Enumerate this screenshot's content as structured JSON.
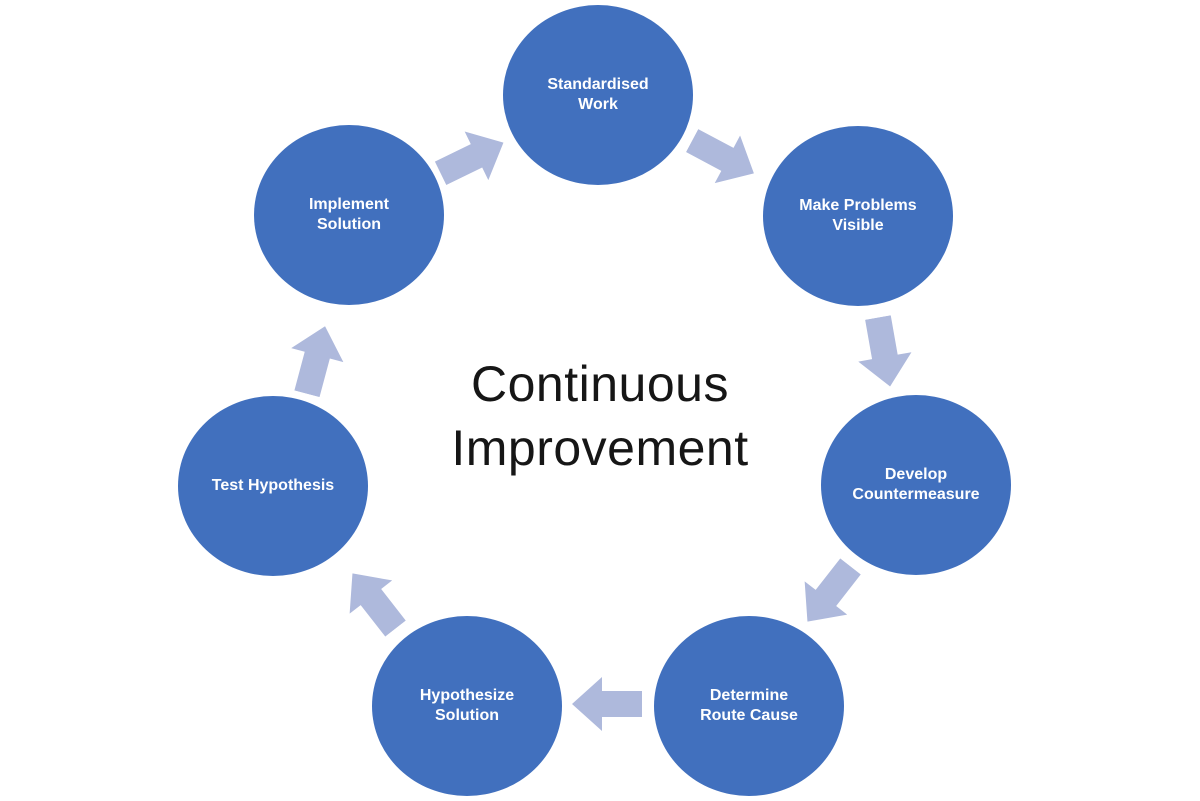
{
  "diagram": {
    "title": {
      "text": "Continuous Improvement",
      "line1": "Continuous",
      "line2": "Improvement"
    },
    "steps": [
      {
        "name": "standardised-work",
        "label": "Standardised Work",
        "line1": "Standardised",
        "line2": "Work"
      },
      {
        "name": "make-problems-visible",
        "label": "Make Problems Visible",
        "line1": "Make Problems",
        "line2": "Visible"
      },
      {
        "name": "develop-countermeasure",
        "label": "Develop Countermeasure",
        "line1": "Develop",
        "line2": "Countermeasure"
      },
      {
        "name": "determine-route-cause",
        "label": "Determine Route Cause",
        "line1": "Determine",
        "line2": "Route Cause"
      },
      {
        "name": "hypothesize-solution",
        "label": "Hypothesize Solution",
        "line1": "Hypothesize",
        "line2": "Solution"
      },
      {
        "name": "test-hypothesis",
        "label": "Test Hypothesis",
        "line1": "Test Hypothesis",
        "line2": ""
      },
      {
        "name": "implement-solution",
        "label": "Implement Solution",
        "line1": "Implement",
        "line2": "Solution"
      }
    ],
    "flow_order": [
      "Standardised Work",
      "Make Problems Visible",
      "Develop Countermeasure",
      "Determine Route Cause",
      "Hypothesize Solution",
      "Test Hypothesis",
      "Implement Solution"
    ],
    "colors": {
      "circle_fill": "#4170BE",
      "arrow_fill": "#AEB9DC",
      "step_text": "#FFFFFF",
      "title_text": "#161616",
      "background": "#FFFFFF"
    }
  }
}
